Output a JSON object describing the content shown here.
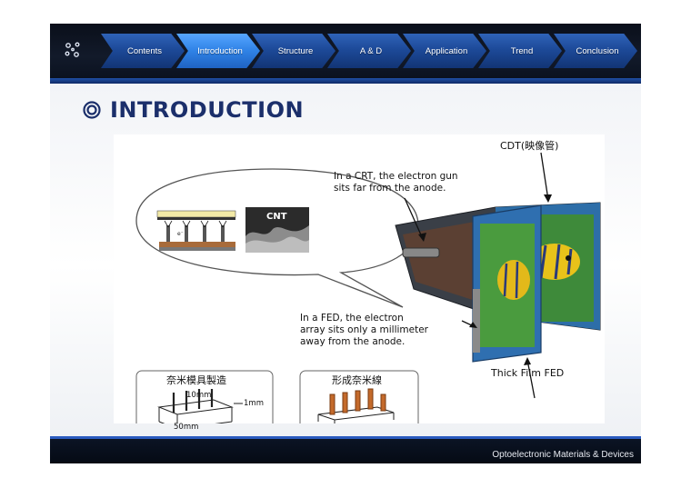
{
  "nav": {
    "tabs": [
      {
        "label": "Contents"
      },
      {
        "label": "Introduction"
      },
      {
        "label": "Structure"
      },
      {
        "label": "A & D"
      },
      {
        "label": "Application"
      },
      {
        "label": "Trend"
      },
      {
        "label": "Conclusion"
      }
    ],
    "active_tab": "Introduction"
  },
  "title": "INTRODUCTION",
  "figure": {
    "cdt_label": "CDT(映像管)",
    "crt_note_line1": "In a CRT, the electron gun",
    "crt_note_line2": "sits far from the anode.",
    "fed_note_line1": "In a FED, the electron",
    "fed_note_line2": "array sits only a millimeter",
    "fed_note_line3": "away from the anode.",
    "fed_label": "Thick Film FED",
    "cnt_label": "CNT",
    "box1_title": "奈米模具製造",
    "box1_dim_top": "10mm",
    "box1_dim_right": "1mm",
    "box1_dim_bottom": "50mm",
    "box2_title": "形成奈米線",
    "electron_label": "e⁻"
  },
  "footer": "Optoelectronic Materials & Devices",
  "colors": {
    "accent": "#2f82e6",
    "title": "#1b2f6b",
    "nav": "#1d4a99"
  }
}
